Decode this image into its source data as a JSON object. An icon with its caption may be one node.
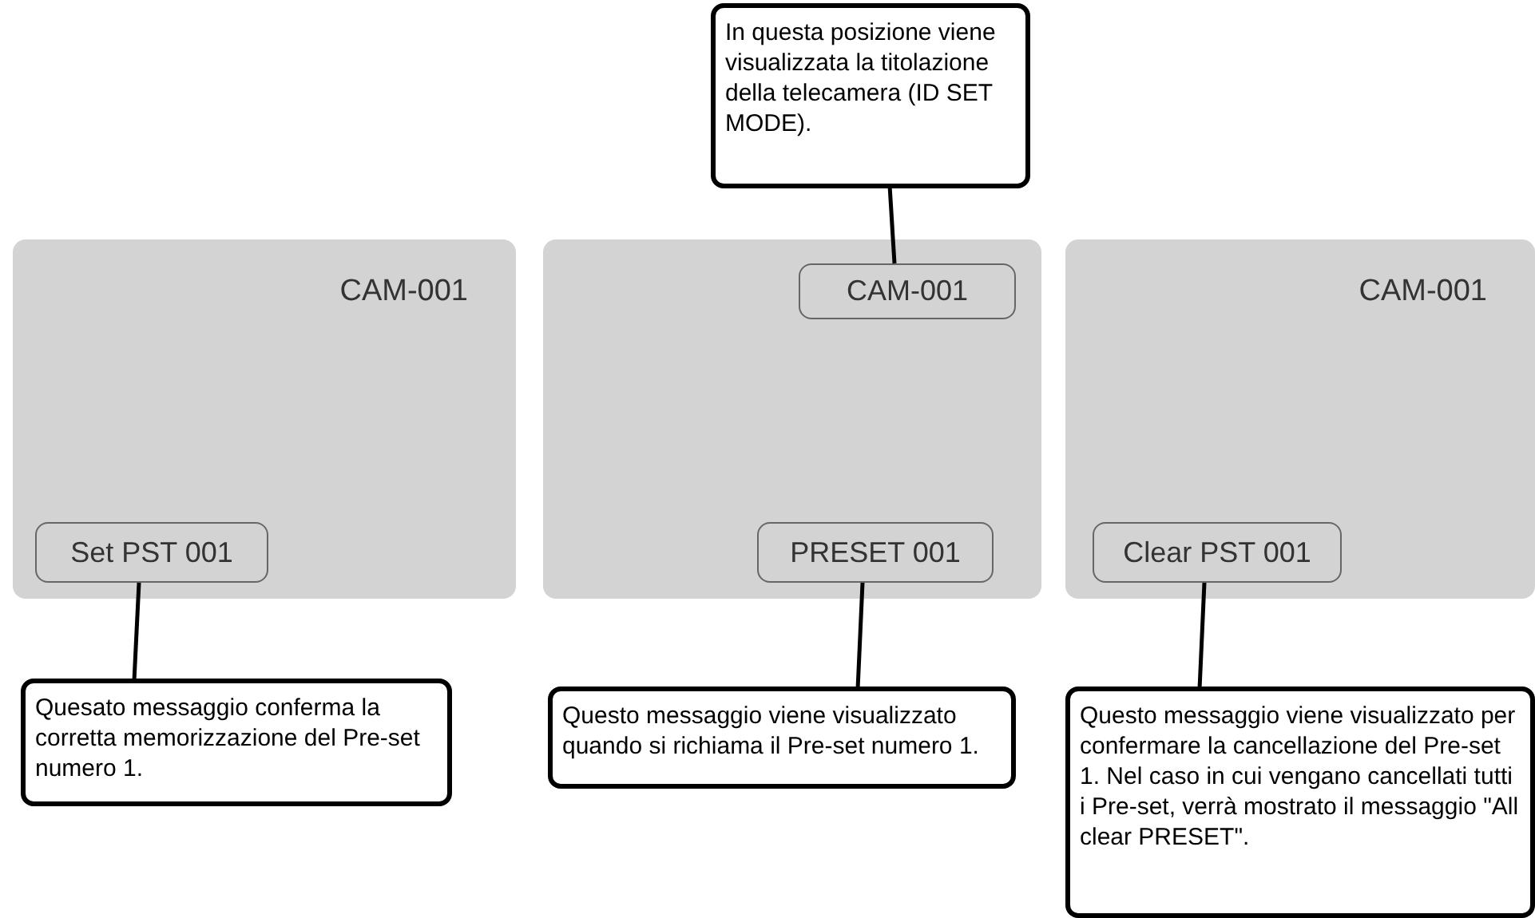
{
  "diagram": {
    "nodes": [
      {
        "text": [
          "In questa posizione viene visualizzata la titolazione della telecamera (ID SET MODE)."
        ]
      },
      {
        "text": [
          "CAM-001"
        ]
      },
      {
        "text": [
          "Set PST 001"
        ],
        "in": 1
      },
      {
        "text": [],
        "shape": "box"
      },
      {
        "text": [
          "CAM-001"
        ],
        "in": 3
      },
      {
        "text": [
          "PRESET 001"
        ],
        "in": 3
      },
      {
        "text": [
          "CAM-001"
        ]
      },
      {
        "text": [
          "Clear PST 001"
        ],
        "in": 6
      },
      {
        "text": [
          "Quesato messaggio conferma la corretta memorizzazione del Pre-set numero 1."
        ]
      },
      {
        "text": [
          "Questo messaggio viene visualizzato quando si richiama il Pre-set numero 1."
        ]
      },
      {
        "text": [
          "Questo messaggio viene visualizzato per confermare la cancellazione del Pre-set 1. Nel caso in cui vengano cancellati tutti i Pre-set, verrà mostrato il messaggio \"All clear PRESET\"."
        ]
      }
    ],
    "edges": [
      {
        "from": 0,
        "to": 4,
        "arrow": "none"
      },
      {
        "from": 8,
        "to": 2,
        "arrow": "none"
      },
      {
        "from": 9,
        "to": 5,
        "arrow": "none"
      },
      {
        "from": 10,
        "to": 7,
        "arrow": "none"
      }
    ]
  }
}
